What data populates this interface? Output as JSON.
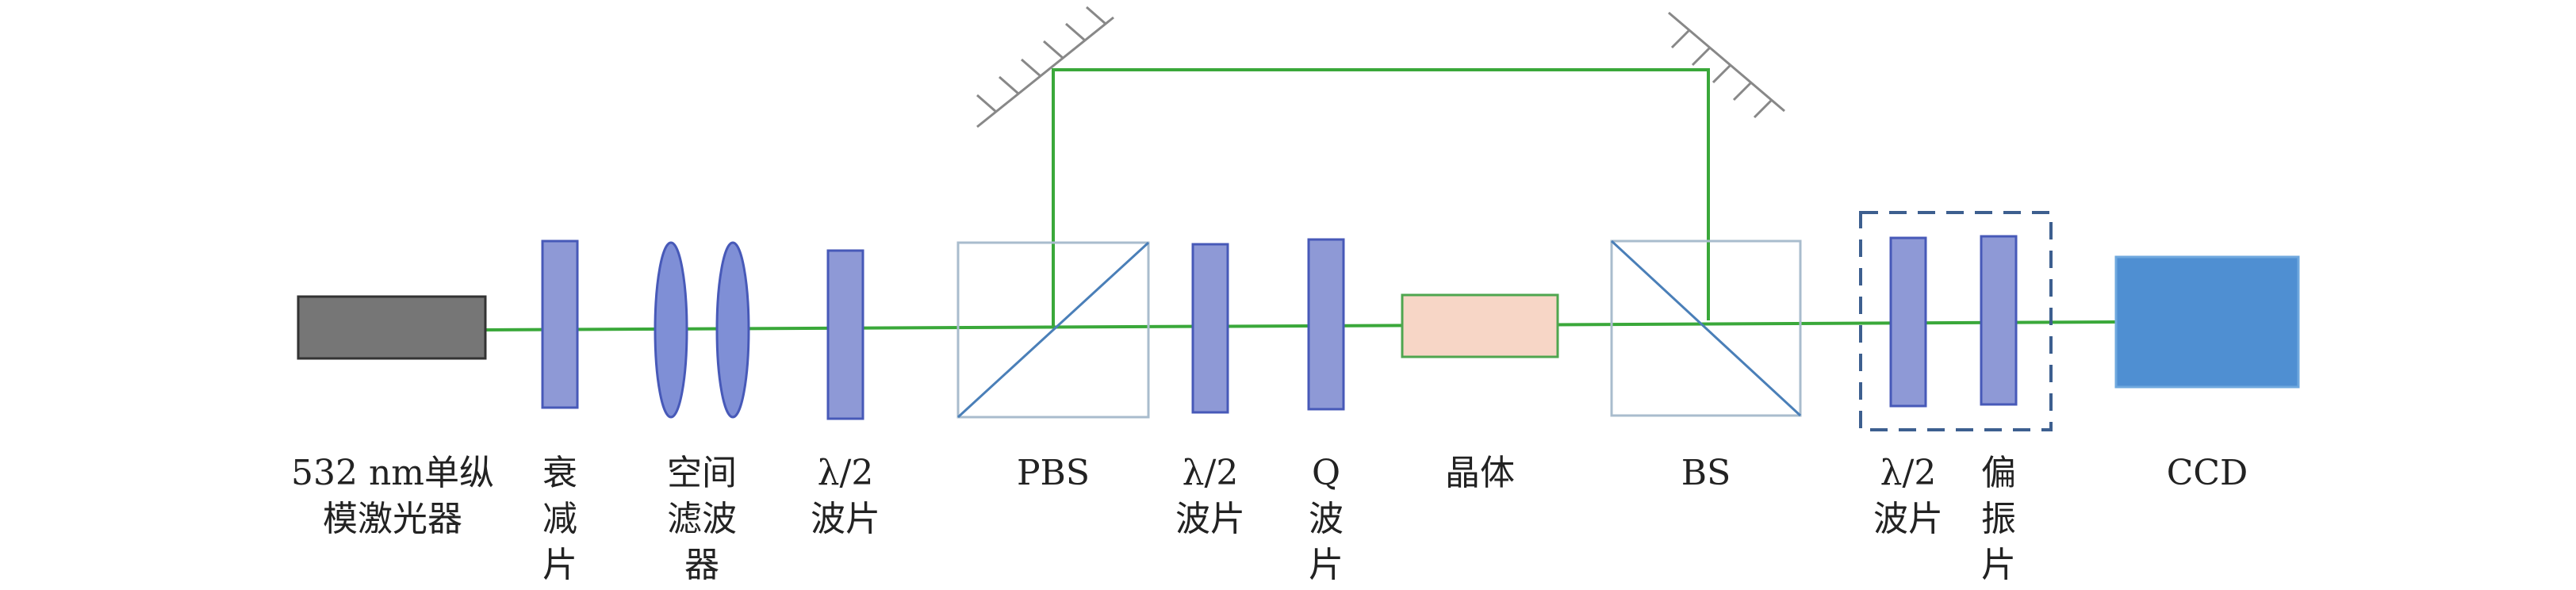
{
  "colors": {
    "beam": "#3aa83a",
    "waveplate_fill": "#8e99d6",
    "waveplate_stroke": "#4759b8",
    "lens_fill": "#7f8fd6",
    "cube_stroke": "#a9bccd",
    "split_line": "#4a7fb8",
    "crystal_fill": "#f7d6c6",
    "crystal_stroke": "#4fa64f",
    "ccd_fill": "#4f8fd2",
    "laser_fill": "#767676",
    "mirror_stroke": "#888888",
    "dashed_box": "#3d5f8f"
  },
  "labels": {
    "laser": "532 nm单纵\n模激光器",
    "attenuator": "衰\n减\n片",
    "spatial_filter": "空间\n滤波\n器",
    "half_wave_1": "λ/2\n波片",
    "pbs": "PBS",
    "half_wave_2": "λ/2\n波片",
    "q_wave": "Q\n波\n片",
    "crystal": "晶体",
    "bs": "BS",
    "half_wave_3": "λ/2\n波片",
    "polarizer": "偏\n振\n片",
    "ccd": "CCD"
  }
}
